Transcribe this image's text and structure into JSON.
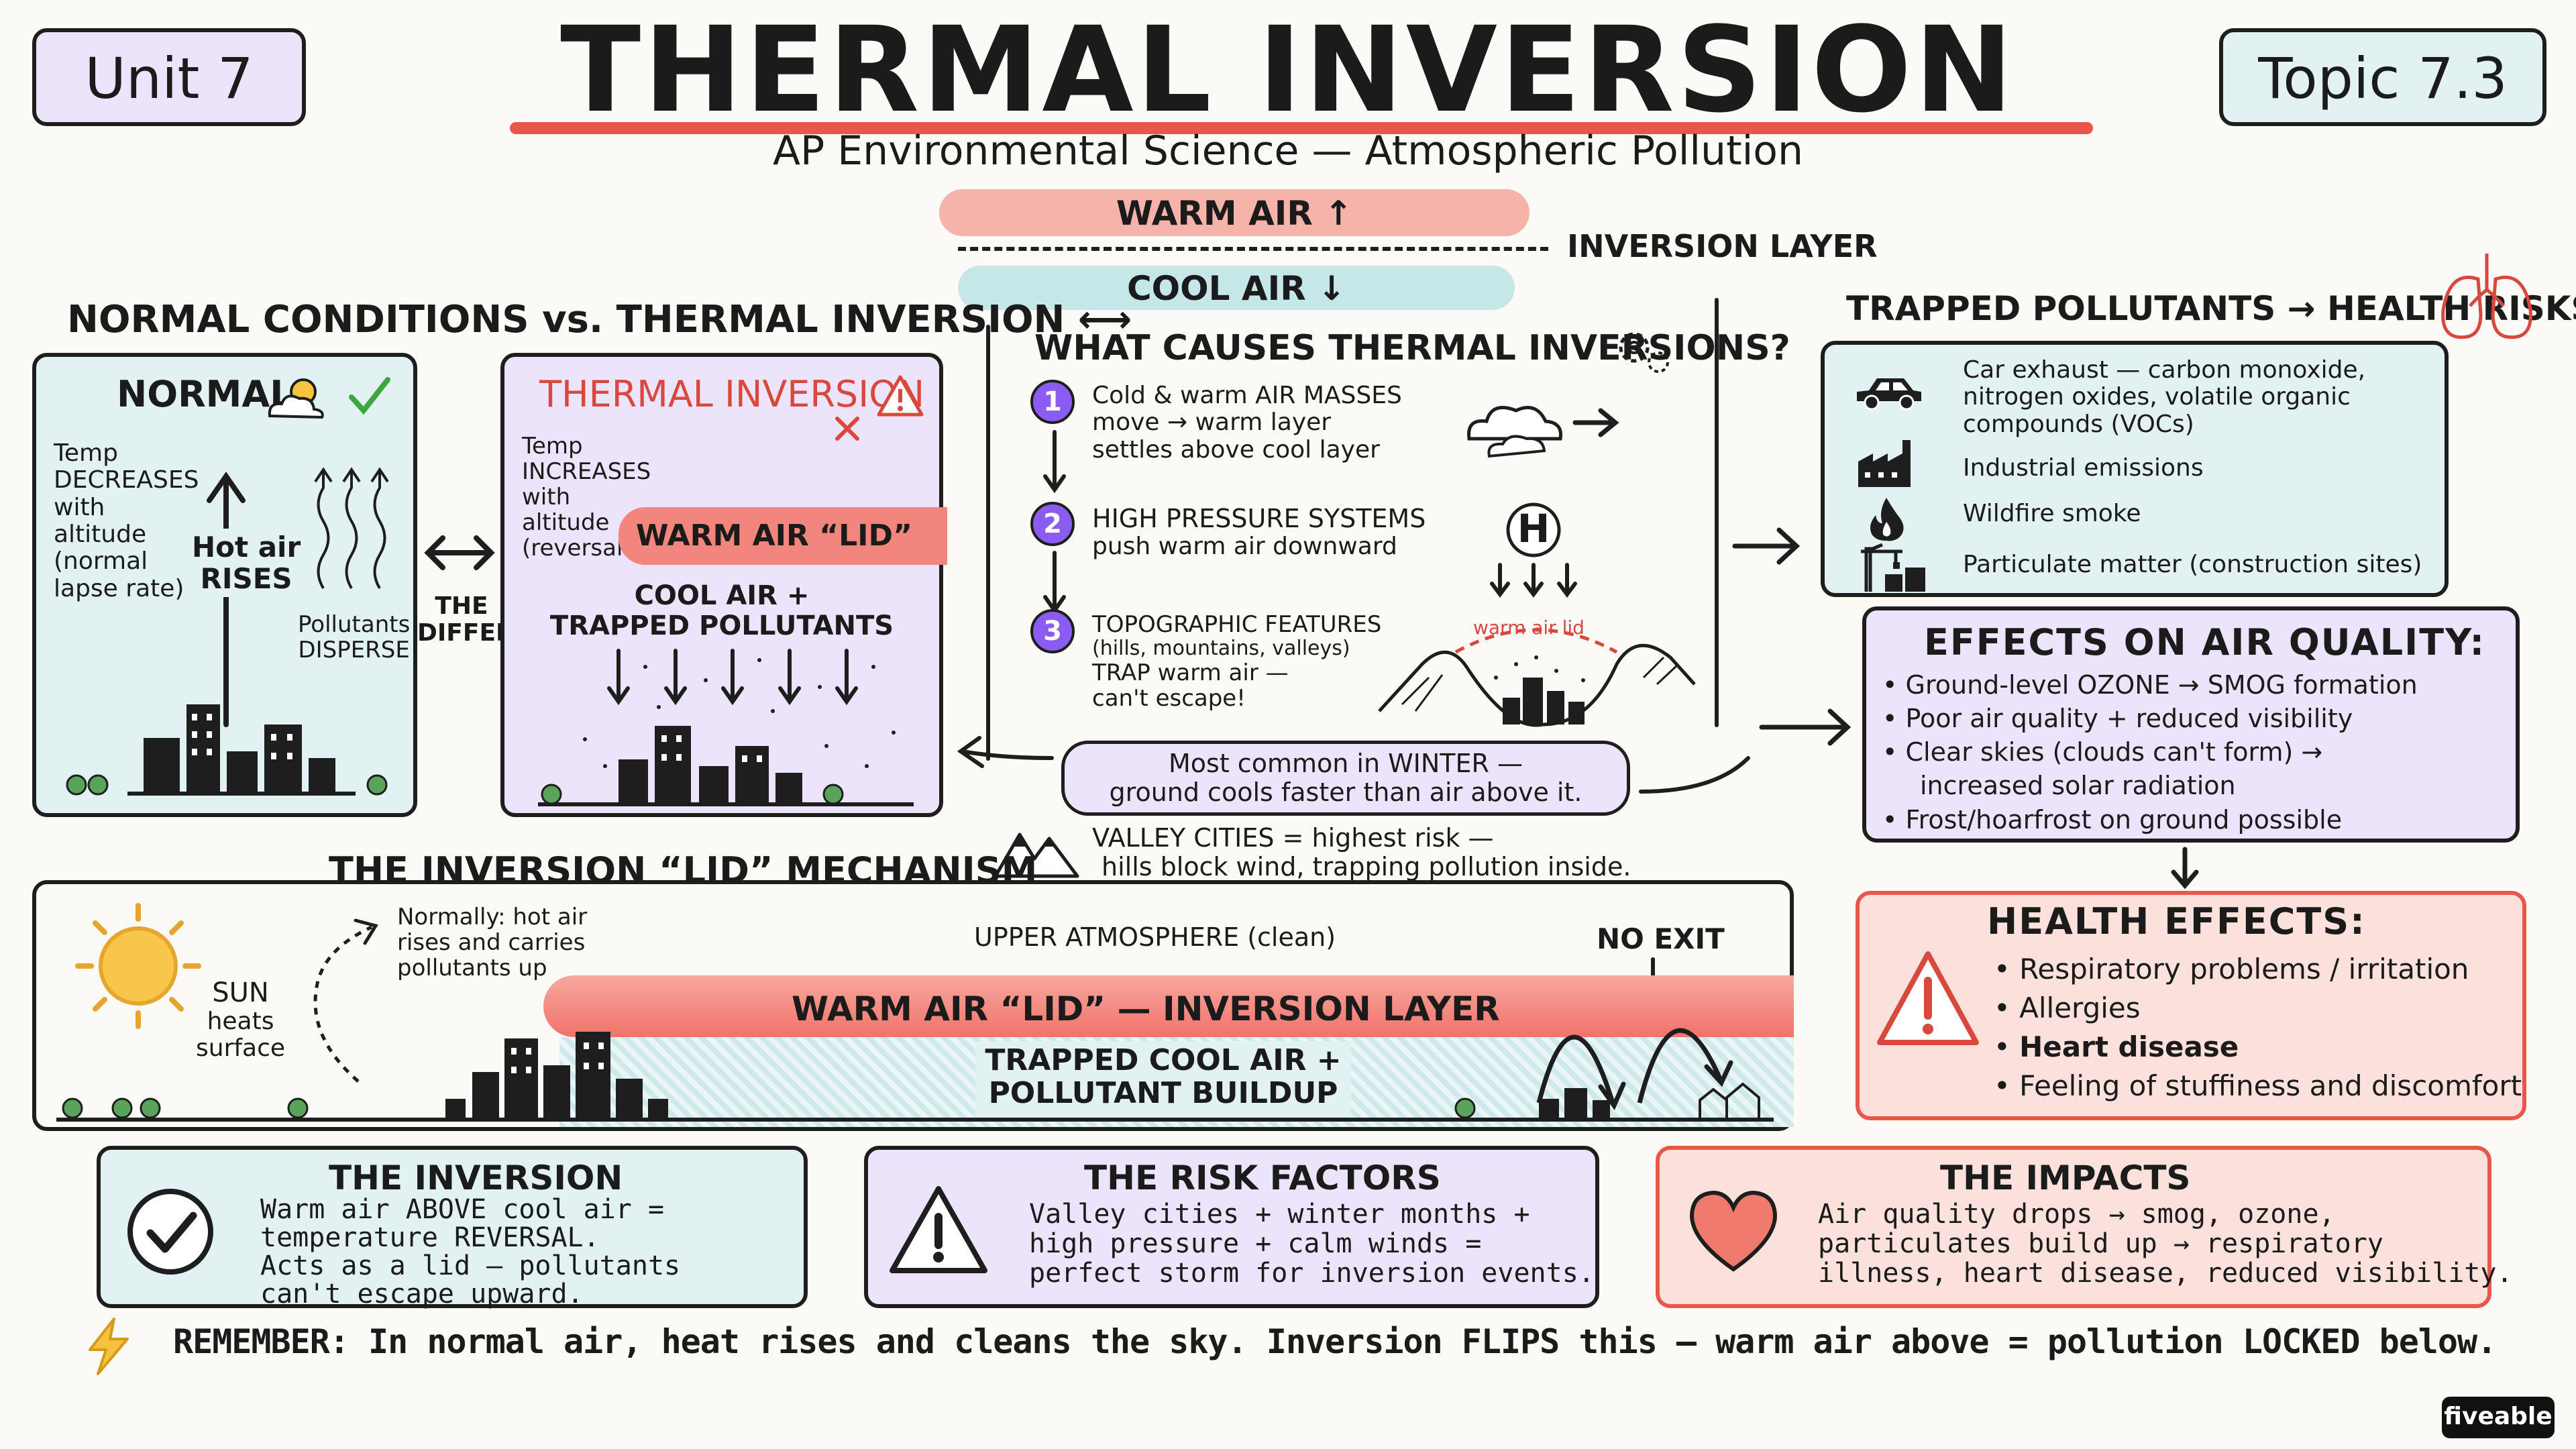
{
  "header": {
    "unit": "Unit 7",
    "topic": "Topic 7.3",
    "title": "THERMAL INVERSION",
    "subtitle": "AP Environmental Science — Atmospheric Pollution"
  },
  "top_diagram": {
    "warm_air": "WARM AIR ↑",
    "inversion_layer": "INVERSION LAYER",
    "cool_air": "COOL AIR ↓"
  },
  "comparison": {
    "heading": "NORMAL CONDITIONS vs. THERMAL INVERSION ⟷",
    "normal": {
      "title": "NORMAL",
      "temp_text": [
        "Temp",
        "DECREASES",
        "with",
        "altitude",
        "(normal",
        "lapse rate)"
      ],
      "hot_air": [
        "Hot air",
        "RISES"
      ],
      "pollutants": [
        "Pollutants",
        "DISPERSE"
      ]
    },
    "difference": [
      "THE",
      "DIFFERENCE"
    ],
    "inversion": {
      "title": "THERMAL INVERSION",
      "temp_text": [
        "Temp",
        "INCREASES",
        "with",
        "altitude",
        "(reversal!)"
      ],
      "lid": "WARM AIR “LID”",
      "trapped": [
        "COOL AIR +",
        "TRAPPED POLLUTANTS"
      ]
    }
  },
  "causes": {
    "heading": "WHAT CAUSES THERMAL INVERSIONS?",
    "items": [
      {
        "num": "1",
        "lines": [
          "Cold & warm AIR MASSES",
          "move → warm layer",
          "settles above cool layer"
        ]
      },
      {
        "num": "2",
        "lines": [
          "HIGH PRESSURE SYSTEMS",
          "push warm air downward"
        ]
      },
      {
        "num": "3",
        "lines": [
          "TOPOGRAPHIC FEATURES",
          "(hills, mountains, valleys)",
          "TRAP warm air —",
          "can't escape!"
        ]
      }
    ],
    "high_label": "H",
    "valley_lid": "warm air lid",
    "winter": [
      "Most common in WINTER —",
      "ground cools faster than air above it."
    ],
    "valley_cities": [
      "VALLEY CITIES = highest risk —",
      "hills block wind, trapping pollution inside."
    ]
  },
  "pollutants": {
    "heading": "TRAPPED POLLUTANTS → HEALTH RISKS",
    "items": [
      {
        "icon": "car-icon",
        "lines": [
          "Car exhaust — carbon monoxide,",
          "nitrogen oxides, volatile organic",
          "compounds (VOCs)"
        ]
      },
      {
        "icon": "factory-icon",
        "lines": [
          "Industrial emissions"
        ]
      },
      {
        "icon": "fire-icon",
        "lines": [
          "Wildfire smoke"
        ]
      },
      {
        "icon": "crane-icon",
        "lines": [
          "Particulate matter (construction sites)"
        ]
      }
    ]
  },
  "air_quality": {
    "heading": "EFFECTS ON AIR QUALITY:",
    "items": [
      "Ground-level OZONE → SMOG formation",
      "Poor air quality + reduced visibility",
      "Clear skies (clouds can't form) →",
      "increased solar radiation",
      "Frost/hoarfrost on ground possible"
    ]
  },
  "health": {
    "heading": "HEALTH EFFECTS:",
    "items": [
      "Respiratory problems / irritation",
      "Allergies",
      "Heart disease",
      "Feeling of stuffiness and discomfort"
    ]
  },
  "mechanism": {
    "heading": "THE INVERSION “LID” MECHANISM",
    "sun": [
      "SUN",
      "heats",
      "surface"
    ],
    "normally": [
      "Normally: hot air",
      "rises and carries",
      "pollutants up"
    ],
    "upper": "UPPER ATMOSPHERE (clean)",
    "no_exit": "NO EXIT",
    "lid": "WARM AIR “LID” — INVERSION LAYER",
    "trapped": [
      "TRAPPED COOL AIR +",
      "POLLUTANT BUILDUP"
    ]
  },
  "summary": [
    {
      "title": "THE INVERSION",
      "icon": "check-icon",
      "lines": [
        "Warm air ABOVE cool air =",
        "temperature REVERSAL.",
        "Acts as a lid — pollutants",
        "can't escape upward."
      ]
    },
    {
      "title": "THE RISK FACTORS",
      "icon": "warning-icon",
      "lines": [
        "Valley cities + winter months +",
        "high pressure + calm winds =",
        "perfect storm for inversion events."
      ]
    },
    {
      "title": "THE IMPACTS",
      "icon": "heart-icon",
      "lines": [
        "Air quality drops → smog, ozone,",
        "particulates build up → respiratory",
        "illness, heart disease, reduced visibility."
      ]
    }
  ],
  "remember": "REMEMBER: In normal air, heat rises and cleans the sky. Inversion FLIPS this — warm air above = pollution LOCKED below.",
  "brand": "fiveable",
  "colors": {
    "purple": "#ece4fb",
    "teal": "#e2f1f1",
    "pink": "#fbe1dc",
    "accent_red": "#e9574a",
    "accent_purple": "#8a5cf2"
  }
}
